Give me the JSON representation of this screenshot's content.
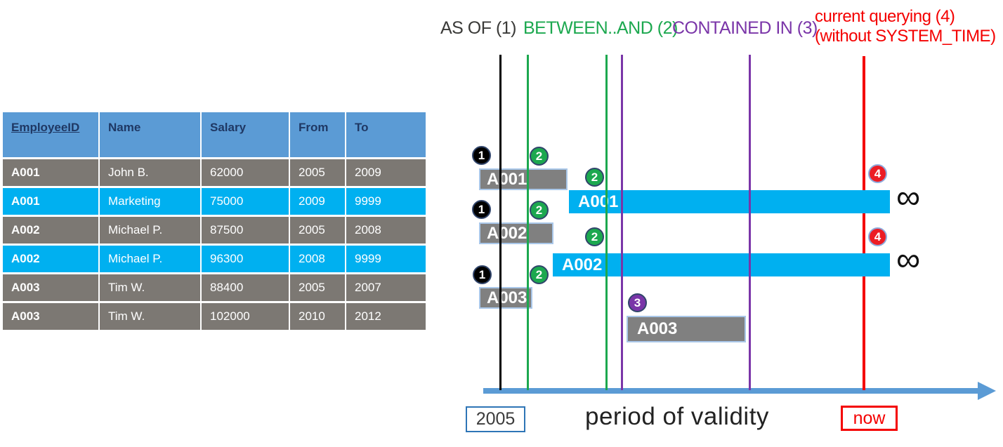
{
  "legend": {
    "as_of": "AS OF (1)",
    "between_and": "BETWEEN..AND (2)",
    "contained_in": "CONTAINED IN (3)",
    "current_querying_line1": "current querying (4)",
    "current_querying_line2": "(without SYSTEM_TIME)"
  },
  "table": {
    "headers": [
      "EmployeeID",
      "Name",
      "Salary",
      "From",
      "To"
    ],
    "rows": [
      [
        "A001",
        "John B.",
        "62000",
        "2005",
        "2009"
      ],
      [
        "A001",
        "Marketing",
        "75000",
        "2009",
        "9999"
      ],
      [
        "A002",
        "Michael P.",
        "87500",
        "2005",
        "2008"
      ],
      [
        "A002",
        "Michael P.",
        "96300",
        "2008",
        "9999"
      ],
      [
        "A003",
        "Tim W.",
        "88400",
        "2005",
        "2007"
      ],
      [
        "A003",
        "Tim W.",
        "102000",
        "2010",
        "2012"
      ]
    ]
  },
  "timeline": {
    "bars": [
      {
        "label": "A001",
        "kind": "history"
      },
      {
        "label": "A001",
        "kind": "current"
      },
      {
        "label": "A002",
        "kind": "history"
      },
      {
        "label": "A002",
        "kind": "current"
      },
      {
        "label": "A003",
        "kind": "history"
      },
      {
        "label": "A003",
        "kind": "history"
      }
    ],
    "badges": [
      "1",
      "2",
      "2",
      "4",
      "1",
      "2",
      "2",
      "4",
      "1",
      "2",
      "3"
    ],
    "infinity_symbol": "∞",
    "axis_caption": "period of validity",
    "origin_label": "2005",
    "now_label": "now"
  },
  "colors": {
    "as_of_line": "#000000",
    "between_and_line": "#1CA84F",
    "contained_in_line": "#7A35A8",
    "current_querying_line": "#F40000",
    "history_bar": "#808080",
    "current_bar": "#00B0F0",
    "bar_border": "#A9C7E9",
    "table_header": "#5B9BD5",
    "table_header_text": "#1F3864",
    "table_history_row": "#7C7873",
    "table_current_row": "#00B0F0",
    "axis": "#5B9BD5"
  }
}
